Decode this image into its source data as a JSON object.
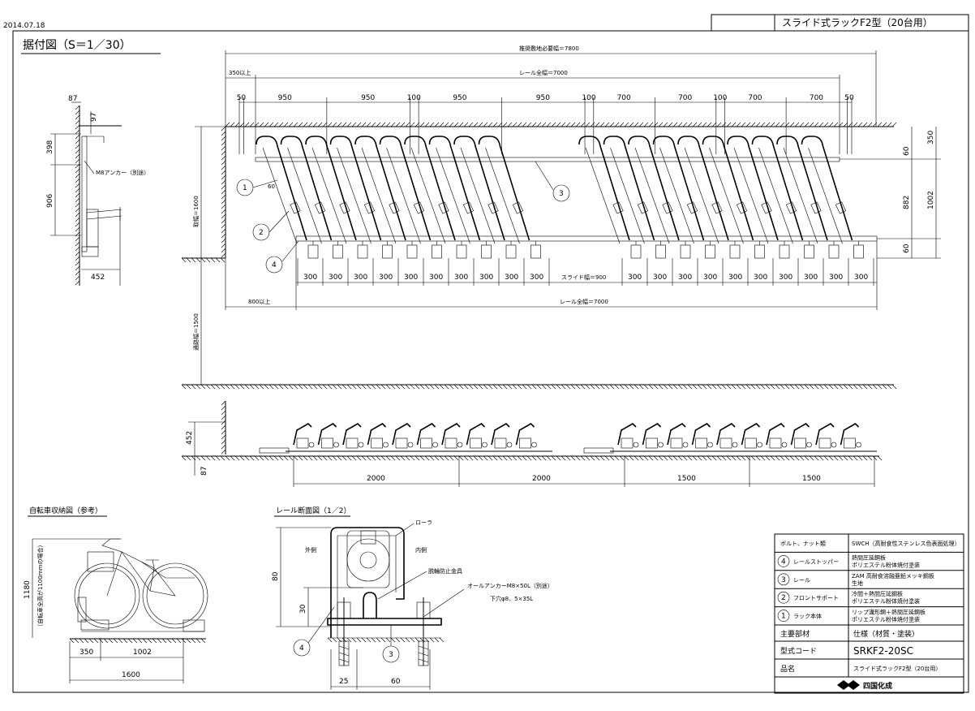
{
  "header": {
    "date": "2014.07.18",
    "title": "スライド式ラックF2型（20台用）"
  },
  "views": {
    "main_title": "据付図（S＝1／30）",
    "bike_title": "自転車収納図（参考）",
    "rail_title": "レール断面図（1／2）"
  },
  "side_view": {
    "dims": [
      "87",
      "97",
      "398",
      "906",
      "452"
    ],
    "anchor_label": "M8アンカー（別途）"
  },
  "plan": {
    "overall_label": "推奨敷地必要幅＝7800",
    "left_clear_label": "350以上",
    "rail_top_label": "レール全幅＝7000",
    "top_segments": [
      "50",
      "950",
      "950",
      "100",
      "950",
      "950",
      "100",
      "700",
      "700",
      "100",
      "700",
      "700",
      "50"
    ],
    "right_dims": [
      "350",
      "60",
      "882",
      "1002",
      "60"
    ],
    "left_vert_label": "取幅＝1600",
    "bottom_segments": [
      "300",
      "300",
      "300",
      "300",
      "300",
      "300",
      "300",
      "300",
      "300",
      "300",
      "300",
      "300",
      "300",
      "300",
      "300",
      "300",
      "300",
      "300",
      "300",
      "300"
    ],
    "slide_label": "スライド幅＝900",
    "left_bottom_label": "800以上",
    "rail_bottom_label": "レール全幅＝7000",
    "aisle_label": "通路幅＝1500",
    "callouts": [
      "1",
      "2",
      "3",
      "4"
    ],
    "angle_label": "60"
  },
  "front_view": {
    "dims": [
      "452",
      "87"
    ],
    "spans": [
      "2000",
      "2000",
      "1500",
      "1500"
    ]
  },
  "bike_view": {
    "dims": [
      "1180",
      "350",
      "1002",
      "1600"
    ],
    "note": "（自転車全高が1100mmの場合）"
  },
  "rail_view": {
    "labels": [
      "ローラ",
      "外側",
      "内側",
      "脱輪防止金具",
      "オールアンカーM8×50L（別途）",
      "下穴φ8．5×35L"
    ],
    "dims": [
      "80",
      "30",
      "25",
      "60"
    ],
    "callouts": [
      "4",
      "3"
    ]
  },
  "spec_table": {
    "rows": [
      {
        "no": "",
        "name": "ボルト、ナット類",
        "spec": "SWCH（高耐食性ステンレス色表面処理）",
        "spec2": ""
      },
      {
        "no": "4",
        "name": "レールストッパー",
        "spec": "熱間圧延鋼板",
        "spec2": "ポリエステル粉体焼付塗装"
      },
      {
        "no": "3",
        "name": "レール",
        "spec": "ZAM 高耐食溶融亜鉛メッキ鋼板",
        "spec2": "生地"
      },
      {
        "no": "2",
        "name": "フロントサポート",
        "spec": "冷間＋熱間圧延鋼板",
        "spec2": "ポリエステル粉体焼付塗装"
      },
      {
        "no": "1",
        "name": "ラック本体",
        "spec": "リップ溝形鋼＋熱間圧延鋼板",
        "spec2": "ポリエステル粉体焼付塗装"
      }
    ],
    "header_name": "主要部材",
    "header_spec": "仕様（材質・塗装）",
    "code_label": "型式コード",
    "code_value": "SRKF2-20SC",
    "product_label": "品名",
    "product_value": "スライド式ラックF2型（20台用）",
    "company": "四国化成"
  }
}
